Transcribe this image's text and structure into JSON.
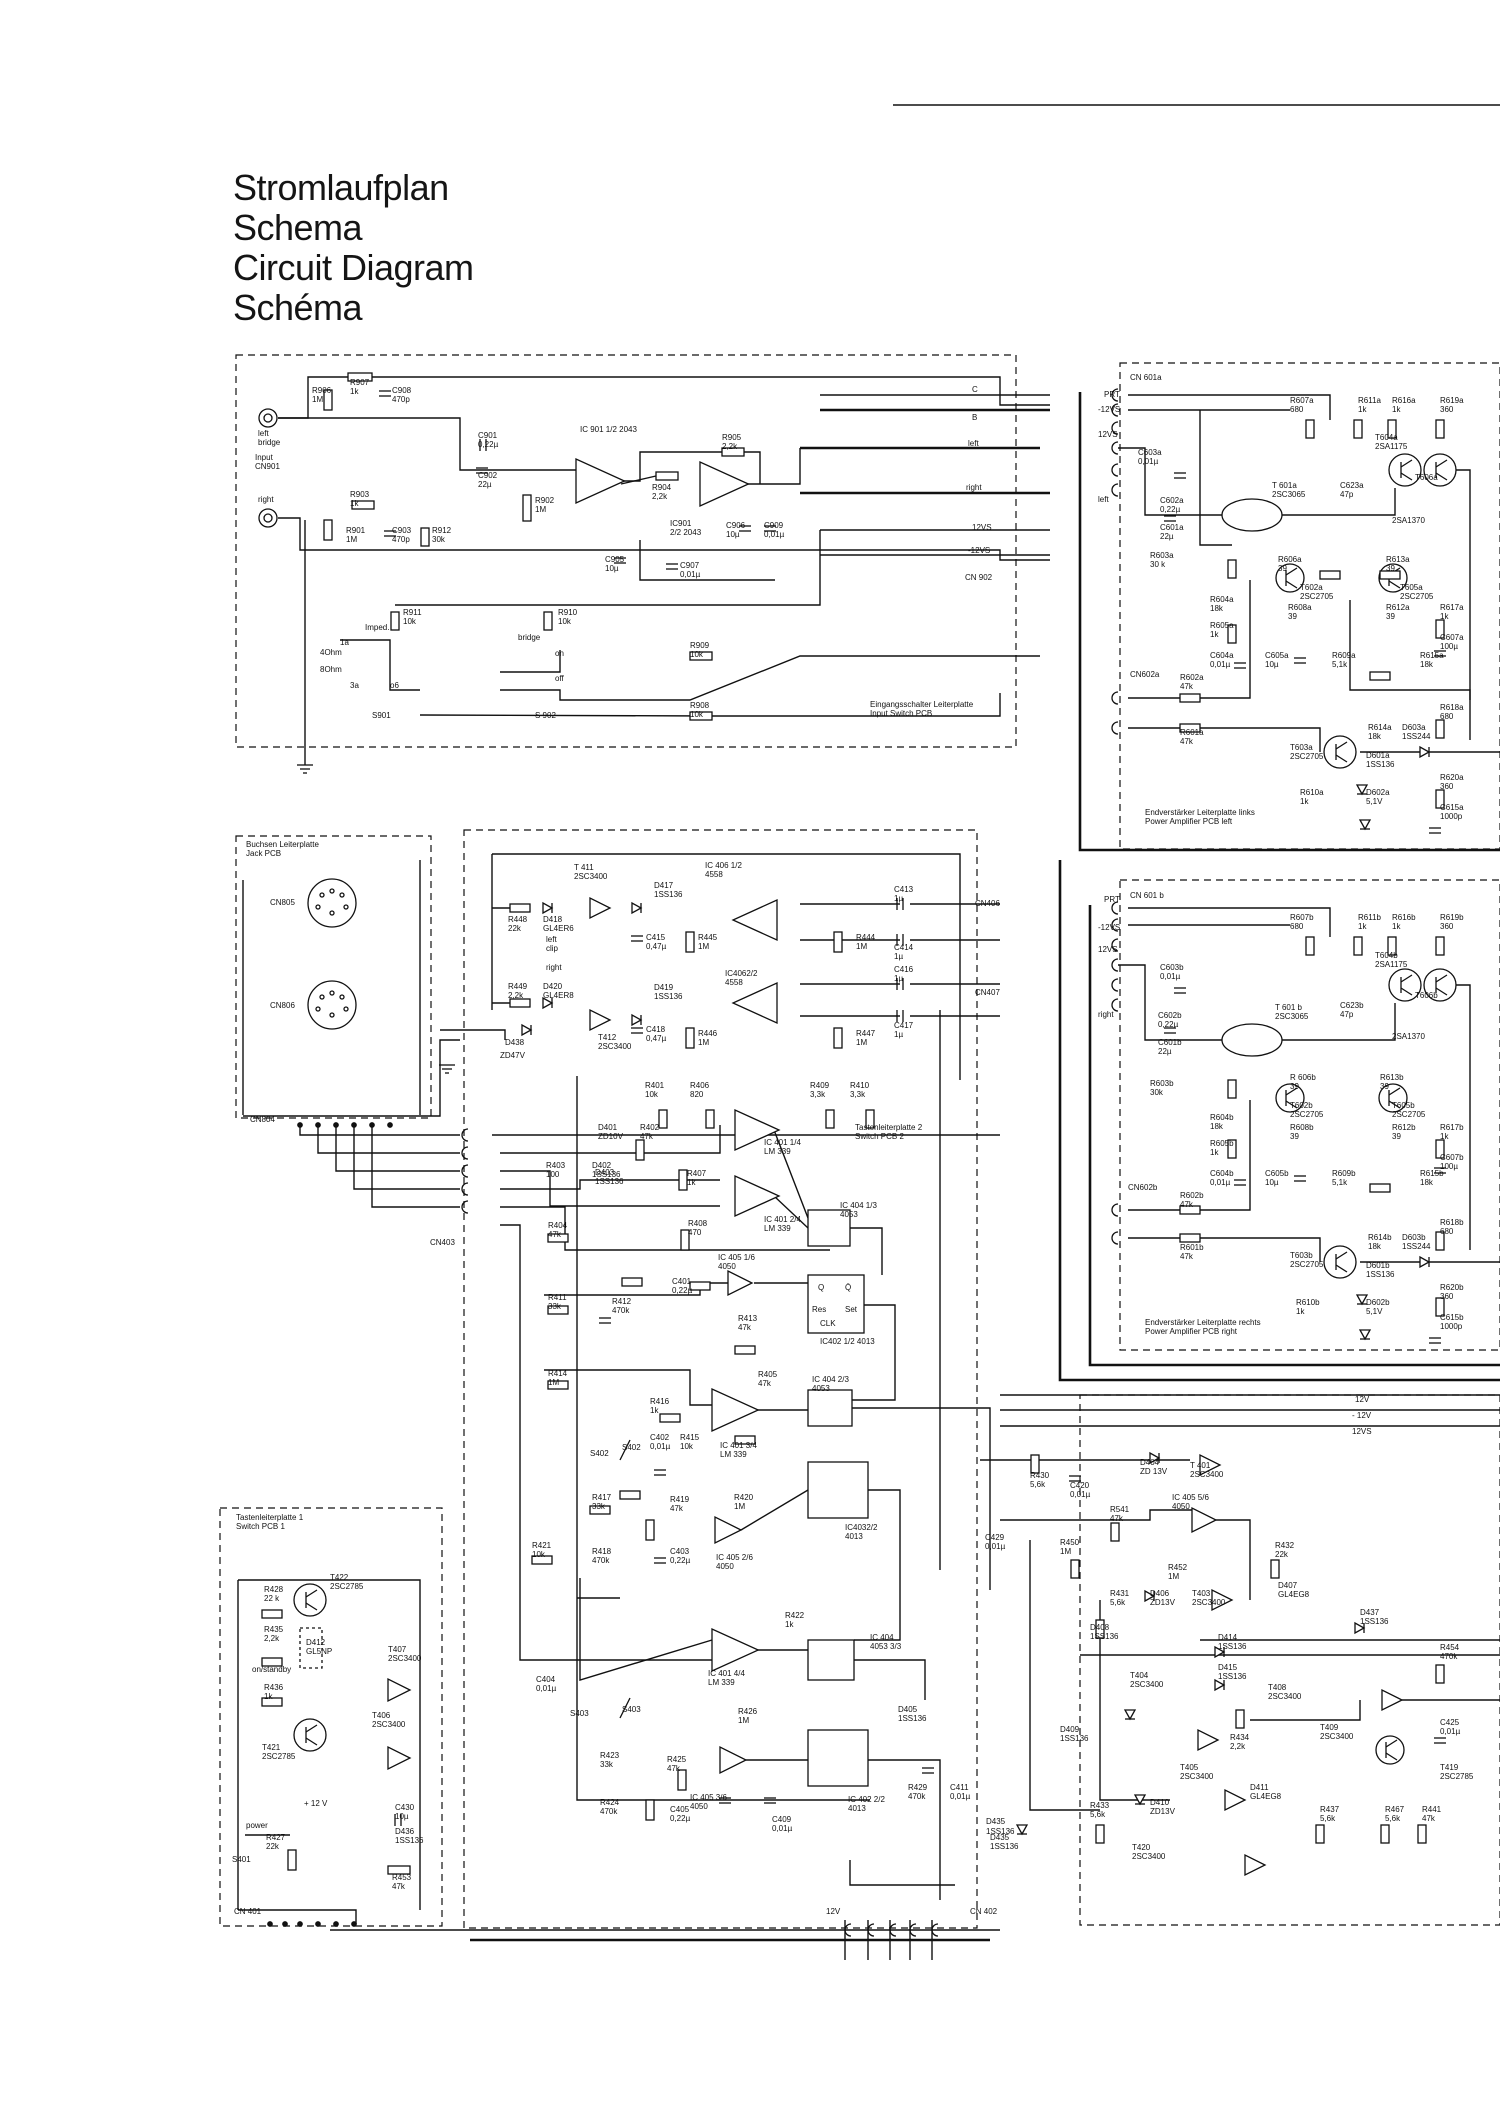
{
  "titles": [
    "Stromlaufplan",
    "Schema",
    "Circuit Diagram",
    "Schéma"
  ],
  "input": {
    "ic901a": "IC 901  1/2 2043",
    "ic901b": "IC901\n2/2 2043",
    "left_bridge": "left\nbridge",
    "input_cn": "Input\nCN901",
    "right": "right",
    "pcb_label": "Eingangsschalter Leiterplatte\nInput Switch PCB",
    "cn902": "CN 902",
    "s901": "S901",
    "s902": "S 902",
    "impedance": [
      "Imped.",
      "1a",
      "4Ohm",
      "8Ohm",
      "3a",
      "o6"
    ],
    "switch": [
      "bridge",
      "on",
      "off"
    ],
    "nets": [
      "C",
      "B",
      "left",
      "right",
      "12VS",
      "-12VS"
    ],
    "parts": [
      {
        "ref": "R906",
        "val": "1M"
      },
      {
        "ref": "R907",
        "val": "1k"
      },
      {
        "ref": "C908",
        "val": "470p"
      },
      {
        "ref": "C901",
        "val": "0,22µ"
      },
      {
        "ref": "C902",
        "val": "22µ"
      },
      {
        "ref": "R905",
        "val": "2,2k"
      },
      {
        "ref": "R904",
        "val": "2,2k"
      },
      {
        "ref": "R902",
        "val": "1M"
      },
      {
        "ref": "R903",
        "val": "1k"
      },
      {
        "ref": "R901",
        "val": "1M"
      },
      {
        "ref": "C903",
        "val": "470p"
      },
      {
        "ref": "R912",
        "val": "30k"
      },
      {
        "ref": "C906",
        "val": "10µ"
      },
      {
        "ref": "C905",
        "val": "10µ"
      },
      {
        "ref": "C907",
        "val": "0,01µ"
      },
      {
        "ref": "C909",
        "val": "0,01µ"
      },
      {
        "ref": "R911",
        "val": "10k"
      },
      {
        "ref": "R910",
        "val": "10k"
      },
      {
        "ref": "R909",
        "val": "10k"
      },
      {
        "ref": "R908",
        "val": "10k"
      }
    ]
  },
  "jack": {
    "title": "Buchsen Leiterplatte\nJack PCB",
    "cn805": "CN805",
    "cn806": "CN806",
    "cn804": "CN804",
    "cn403": "CN403"
  },
  "switch2": {
    "title": "Tastenleiterplatte 2\nSwitch PCB 2",
    "ic406a": "IC 406 1/2\n4558",
    "ic406b": "IC4062/2\n4558",
    "cn406": "CN406",
    "cn407": "CN407",
    "labels": [
      "left\nclip",
      "right",
      "ZD47V"
    ],
    "parts": [
      {
        "ref": "T 411",
        "val": "2SC3400"
      },
      {
        "ref": "T412",
        "val": "2SC3400"
      },
      {
        "ref": "D417",
        "val": "1SS136"
      },
      {
        "ref": "D419",
        "val": "1SS136"
      },
      {
        "ref": "R448",
        "val": "22k"
      },
      {
        "ref": "D418",
        "val": "GL4ER6"
      },
      {
        "ref": "R449",
        "val": "2,2k"
      },
      {
        "ref": "D420",
        "val": "GL4ER8"
      },
      {
        "ref": "C415",
        "val": "0,47µ"
      },
      {
        "ref": "C418",
        "val": "0,47µ"
      },
      {
        "ref": "R445",
        "val": "1M"
      },
      {
        "ref": "R446",
        "val": "1M"
      },
      {
        "ref": "R444",
        "val": "1M"
      },
      {
        "ref": "R447",
        "val": "1M"
      },
      {
        "ref": "C413",
        "val": "1µ"
      },
      {
        "ref": "C414",
        "val": "1µ"
      },
      {
        "ref": "C416",
        "val": "1µ"
      },
      {
        "ref": "C417",
        "val": "1µ"
      },
      {
        "ref": "D438",
        "val": ""
      }
    ]
  },
  "logic": {
    "ics": [
      "IC 401 1/4\nLM 339",
      "IC 401 2/4\nLM 339",
      "IC 404 1/3\n4053",
      "IC 405 1/6\n4050",
      "IC402 1/2  4013",
      "IC 404 2/3\n4053",
      "IC 401 3/4\nLM 339",
      "IC 405 2/6\n4050",
      "IC4032/2\n4013",
      "IC 401 4/4\nLM 339",
      "IC  404\n4053  3/3",
      "IC 405 3/6\n4050",
      "IC 402 2/2\n4013"
    ],
    "ff": [
      "Q",
      "Q̄",
      "Res",
      "Set",
      "CLK"
    ],
    "parts": [
      {
        "ref": "R401",
        "val": "10k"
      },
      {
        "ref": "R406",
        "val": "820"
      },
      {
        "ref": "R409",
        "val": "3,3k"
      },
      {
        "ref": "R410",
        "val": "3,3k"
      },
      {
        "ref": "D401",
        "val": "ZD10V"
      },
      {
        "ref": "R402",
        "val": "47k"
      },
      {
        "ref": "R403",
        "val": "100"
      },
      {
        "ref": "D402",
        "val": "1SS136"
      },
      {
        "ref": "D403",
        "val": "1SS136"
      },
      {
        "ref": "R407",
        "val": "1k"
      },
      {
        "ref": "R408",
        "val": "470"
      },
      {
        "ref": "R404",
        "val": "47k"
      },
      {
        "ref": "R411",
        "val": "33k"
      },
      {
        "ref": "R412",
        "val": "470k"
      },
      {
        "ref": "C401",
        "val": "0,22µ"
      },
      {
        "ref": "R413",
        "val": "47k"
      },
      {
        "ref": "R414",
        "val": "1M"
      },
      {
        "ref": "R405",
        "val": "47k"
      },
      {
        "ref": "R416",
        "val": "1k"
      },
      {
        "ref": "R415",
        "val": "10k"
      },
      {
        "ref": "C402",
        "val": "0,01µ"
      },
      {
        "ref": "S402",
        "val": ""
      },
      {
        "ref": "R420",
        "val": "1M"
      },
      {
        "ref": "R417",
        "val": "33k"
      },
      {
        "ref": "R419",
        "val": "47k"
      },
      {
        "ref": "R418",
        "val": "470k"
      },
      {
        "ref": "C403",
        "val": "0,22µ"
      },
      {
        "ref": "R421",
        "val": "10k"
      },
      {
        "ref": "C429",
        "val": "0,01µ"
      },
      {
        "ref": "R422",
        "val": "1k"
      },
      {
        "ref": "C404",
        "val": "0,01µ"
      },
      {
        "ref": "S403",
        "val": ""
      },
      {
        "ref": "R426",
        "val": "1M"
      },
      {
        "ref": "D405",
        "val": "1SS136"
      },
      {
        "ref": "R423",
        "val": "33k"
      },
      {
        "ref": "R425",
        "val": "47k"
      },
      {
        "ref": "R424",
        "val": "470k"
      },
      {
        "ref": "C405",
        "val": "0,22µ"
      },
      {
        "ref": "C409",
        "val": "0,01µ"
      },
      {
        "ref": "R429",
        "val": "470k"
      },
      {
        "ref": "C411",
        "val": "0,01µ"
      },
      {
        "ref": "D435",
        "val": "1SS136"
      }
    ]
  },
  "switch1": {
    "title": "Tastenleiterplatte 1\nSwitch PCB 1",
    "on_standby": "on/standby",
    "power": "power",
    "s401": "S401",
    "cn401": "CN 401",
    "plus12": "+ 12 V",
    "parts": [
      {
        "ref": "R428",
        "val": "22 k"
      },
      {
        "ref": "T422",
        "val": "2SC2785"
      },
      {
        "ref": "R435",
        "val": "2,2k"
      },
      {
        "ref": "D412",
        "val": "GL5NP"
      },
      {
        "ref": "T407",
        "val": "2SC3400"
      },
      {
        "ref": "R436",
        "val": "1k"
      },
      {
        "ref": "T421",
        "val": "2SC2785"
      },
      {
        "ref": "T406",
        "val": "2SC3400"
      },
      {
        "ref": "C430",
        "val": "10µ"
      },
      {
        "ref": "D436",
        "val": "1SS136"
      },
      {
        "ref": "R427",
        "val": "22k"
      },
      {
        "ref": "R453",
        "val": "47k"
      }
    ]
  },
  "bottom": {
    "v12": "12V",
    "cn402": "CN 402"
  },
  "power_amp_left": {
    "cn601a": "CN 601a",
    "cn602a": "CN602a",
    "prt": "PRT",
    "m12vs": "-12VS",
    "p12vs": "12VS",
    "left": "left",
    "label": "Endverstärker Leiterplatte links\nPower Amplifier PCB left",
    "parts": [
      {
        "ref": "R607a",
        "val": "680"
      },
      {
        "ref": "R611a",
        "val": "1k"
      },
      {
        "ref": "R616a",
        "val": "1k"
      },
      {
        "ref": "R619a",
        "val": "360"
      },
      {
        "ref": "T604a",
        "val": "2SA1175"
      },
      {
        "ref": "C603a",
        "val": "0,01µ"
      },
      {
        "ref": "T 601a",
        "val": "2SC3065"
      },
      {
        "ref": "C623a",
        "val": "47p"
      },
      {
        "ref": "T606a",
        "val": ""
      },
      {
        "ref": "C602a",
        "val": "0,22µ"
      },
      {
        "ref": "C601a",
        "val": "22µ"
      },
      {
        "ref": "R603a",
        "val": "30 k"
      },
      {
        "ref": "R606a",
        "val": "39"
      },
      {
        "ref": "R613a",
        "val": "39"
      },
      {
        "ref": "T602a",
        "val": "2SC2705"
      },
      {
        "ref": "T605a",
        "val": "2SC2705"
      },
      {
        "ref": "R604a",
        "val": "18k"
      },
      {
        "ref": "R608a",
        "val": "39"
      },
      {
        "ref": "R612a",
        "val": "39"
      },
      {
        "ref": "R605a",
        "val": "1k"
      },
      {
        "ref": "R617a",
        "val": "1k"
      },
      {
        "ref": "C604a",
        "val": "0,01µ"
      },
      {
        "ref": "C605a",
        "val": "10µ"
      },
      {
        "ref": "R609a",
        "val": "5,1k"
      },
      {
        "ref": "R615a",
        "val": "18k"
      },
      {
        "ref": "C607a",
        "val": "100µ"
      },
      {
        "ref": "R602a",
        "val": "47k"
      },
      {
        "ref": "R601a",
        "val": "47k"
      },
      {
        "ref": "R614a",
        "val": "18k"
      },
      {
        "ref": "D603a",
        "val": "1SS244"
      },
      {
        "ref": "R618a",
        "val": "680"
      },
      {
        "ref": "T603a",
        "val": "2SC2705"
      },
      {
        "ref": "D601a",
        "val": "1SS136"
      },
      {
        "ref": "R610a",
        "val": "1k"
      },
      {
        "ref": "D602a",
        "val": "5,1V"
      },
      {
        "ref": "R620a",
        "val": "360"
      },
      {
        "ref": "C615a",
        "val": "1000p"
      },
      {
        "ref": "",
        "val": "2SA1370"
      }
    ]
  },
  "power_amp_right": {
    "cn601b": "CN 601 b",
    "cn602b": "CN602b",
    "prt": "PRT",
    "m12vs": "-12VS",
    "p12vs": "12VS",
    "right": "right",
    "label": "Endverstärker Leiterplatte rechts\nPower Amplifier PCB right",
    "parts": [
      {
        "ref": "R607b",
        "val": "680"
      },
      {
        "ref": "R611b",
        "val": "1k"
      },
      {
        "ref": "R616b",
        "val": "1k"
      },
      {
        "ref": "R619b",
        "val": "360"
      },
      {
        "ref": "T604b",
        "val": "2SA1175"
      },
      {
        "ref": "C603b",
        "val": "0,01µ"
      },
      {
        "ref": "T 601 b",
        "val": "2SC3065"
      },
      {
        "ref": "C623b",
        "val": "47p"
      },
      {
        "ref": "T606b",
        "val": ""
      },
      {
        "ref": "C602b",
        "val": "0,22µ"
      },
      {
        "ref": "C601b",
        "val": "22µ"
      },
      {
        "ref": "R603b",
        "val": "30k"
      },
      {
        "ref": "R 606b",
        "val": "39"
      },
      {
        "ref": "R613b",
        "val": "39"
      },
      {
        "ref": "T602b",
        "val": "2SC2705"
      },
      {
        "ref": "T605b",
        "val": "2SC2705"
      },
      {
        "ref": "R604b",
        "val": "18k"
      },
      {
        "ref": "R608b",
        "val": "39"
      },
      {
        "ref": "R612b",
        "val": "39"
      },
      {
        "ref": "R605b",
        "val": "1k"
      },
      {
        "ref": "R617b",
        "val": "1k"
      },
      {
        "ref": "C604b",
        "val": "0,01µ"
      },
      {
        "ref": "C605b",
        "val": "10µ"
      },
      {
        "ref": "R609b",
        "val": "5,1k"
      },
      {
        "ref": "R615b",
        "val": "18k"
      },
      {
        "ref": "C607b",
        "val": "100µ"
      },
      {
        "ref": "R602b",
        "val": "47k"
      },
      {
        "ref": "R601b",
        "val": "47k"
      },
      {
        "ref": "R614b",
        "val": "18k"
      },
      {
        "ref": "D603b",
        "val": "1SS244"
      },
      {
        "ref": "R618b",
        "val": "680"
      },
      {
        "ref": "T603b",
        "val": "2SC2705"
      },
      {
        "ref": "D601b",
        "val": "1SS136"
      },
      {
        "ref": "R610b",
        "val": "1k"
      },
      {
        "ref": "D602b",
        "val": "5,1V"
      },
      {
        "ref": "R620b",
        "val": "360"
      },
      {
        "ref": "C615b",
        "val": "1000p"
      },
      {
        "ref": "",
        "val": "2SA1370"
      }
    ]
  },
  "protect": {
    "rails": [
      "12V",
      "- 12V",
      "12VS"
    ],
    "ic405e": "IC 405 5/6\n4050",
    "parts": [
      {
        "ref": "R430",
        "val": "5,6k"
      },
      {
        "ref": "C420",
        "val": "0,01µ"
      },
      {
        "ref": "D404",
        "val": "ZD 13V"
      },
      {
        "ref": "T 401",
        "val": "2SC3400"
      },
      {
        "ref": "R541",
        "val": "47k"
      },
      {
        "ref": "R450",
        "val": "1M"
      },
      {
        "ref": "R452",
        "val": "1M"
      },
      {
        "ref": "R432",
        "val": "22k"
      },
      {
        "ref": "D407",
        "val": "GL4EG8"
      },
      {
        "ref": "R431",
        "val": "5,6k"
      },
      {
        "ref": "D406",
        "val": "ZD13V"
      },
      {
        "ref": "T403",
        "val": "2SC3400"
      },
      {
        "ref": "D437",
        "val": "1SS136"
      },
      {
        "ref": "D408",
        "val": "1SS136"
      },
      {
        "ref": "D414",
        "val": "1SS136"
      },
      {
        "ref": "T404",
        "val": "2SC3400"
      },
      {
        "ref": "D415",
        "val": "1SS136"
      },
      {
        "ref": "R454",
        "val": "470k"
      },
      {
        "ref": "T408",
        "val": "2SC3400"
      },
      {
        "ref": "D409",
        "val": "1SS136"
      },
      {
        "ref": "R434",
        "val": "2,2k"
      },
      {
        "ref": "T409",
        "val": "2SC3400"
      },
      {
        "ref": "C425",
        "val": "0,01µ"
      },
      {
        "ref": "T405",
        "val": "2SC3400"
      },
      {
        "ref": "D411",
        "val": "GL4EG8"
      },
      {
        "ref": "T419",
        "val": "2SC2785"
      },
      {
        "ref": "R433",
        "val": "5,6k"
      },
      {
        "ref": "D410",
        "val": "ZD13V"
      },
      {
        "ref": "R437",
        "val": "5,6k"
      },
      {
        "ref": "R467",
        "val": "5,6k"
      },
      {
        "ref": "R441",
        "val": "47k"
      },
      {
        "ref": "T420",
        "val": "2SC3400"
      }
    ]
  }
}
